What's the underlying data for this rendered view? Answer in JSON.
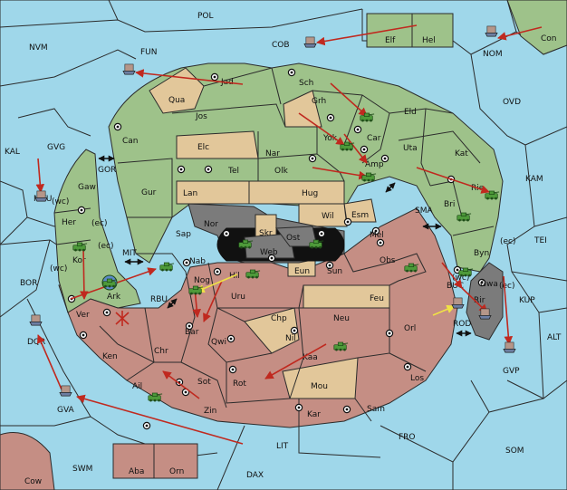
{
  "map": {
    "colors": {
      "sea": "#9fd7ea",
      "green_power": "#9ec28a",
      "tan_neutral": "#e2c79a",
      "rose_power": "#c58e84",
      "gray_region": "#7b7b7b",
      "move_order": "#c0291f",
      "support_order": "#f0e245",
      "unit_army": "#4e9a3a",
      "unit_fleet": "#6d7fa3"
    },
    "sea_labels": {
      "pol": "POL",
      "nvm": "NVM",
      "fun": "FUN",
      "cob": "COB",
      "nom": "NOM",
      "ovd": "OVD",
      "kal": "KAL",
      "gvg": "GVG",
      "gor": "GOR",
      "mvu": "MVU",
      "kam": "KAM",
      "sma": "SMA",
      "tei": "TEI",
      "mit": "MIT",
      "bor": "BOR",
      "rbu": "RBU",
      "buc": "BUC",
      "kup": "KUP",
      "rod": "ROD",
      "dqr": "DQR",
      "alt": "ALT",
      "gvp": "GVP",
      "gva": "GVA",
      "fro": "FRO",
      "som": "SOM",
      "lit": "LIT",
      "swm": "SWM",
      "dax": "DAX"
    },
    "land_labels": {
      "con": "Con",
      "elf": "Elf",
      "hel": "Hel",
      "jad": "Jad",
      "sch": "Sch",
      "qua": "Qua",
      "jos": "Jos",
      "grh": "Grh",
      "eld": "Eld",
      "can": "Can",
      "yok": "Yok",
      "car": "Car",
      "uta": "Uta",
      "elc": "Elc",
      "nar": "Nar",
      "kat": "Kat",
      "tel": "Tel",
      "olk": "Olk",
      "amp": "Amp",
      "gaw": "Gaw",
      "gur": "Gur",
      "lan": "Lan",
      "hug": "Hug",
      "rie": "Rie",
      "bri": "Bri",
      "her": "Her",
      "nor": "Nor",
      "skr": "Skr",
      "wil": "Wil",
      "esm": "Esm",
      "sap": "Sap",
      "ost": "Ost",
      "mel": "Mel",
      "web": "Web",
      "byn": "Byn",
      "kor": "Kor",
      "nab": "Nab",
      "eun": "Eun",
      "sun": "Sun",
      "obs": "Obs",
      "ark": "Ark",
      "hil": "Hil",
      "nog": "Nog",
      "gwa": "Gwa",
      "uru": "Uru",
      "feu": "Feu",
      "rir": "Rir",
      "ver": "Ver",
      "bar": "Bar",
      "chp": "Chp",
      "neu": "Neu",
      "orl": "Orl",
      "ken": "Ken",
      "qwi": "Qwi",
      "chr": "Chr",
      "nil": "Nil",
      "kaa": "Kaa",
      "ail": "Ail",
      "sot": "Sot",
      "rot": "Rot",
      "mou": "Mou",
      "los": "Los",
      "zin": "Zin",
      "kar": "Kar",
      "sam": "Sam",
      "aba": "Aba",
      "orn": "Orn",
      "cow": "Cow"
    },
    "coast_tags": {
      "wc_gvg": "(wc)",
      "ec_her": "(ec)",
      "ec_kor": "(ec)",
      "wc_kor": "(wc)",
      "ec_byn": "(ec)",
      "wc_gwa": "(wc)",
      "ec_gwa": "(ec)"
    }
  }
}
